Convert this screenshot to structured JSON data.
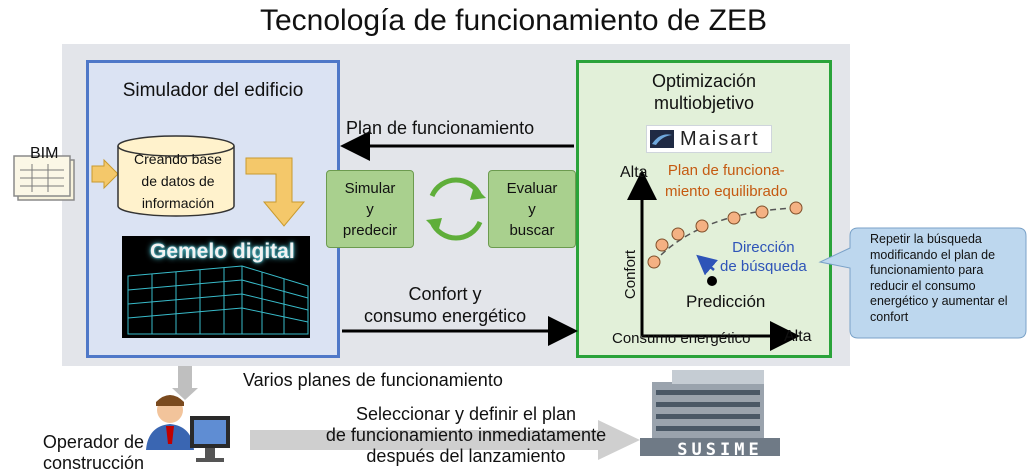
{
  "title": "Tecnología de funcionamiento de ZEB",
  "simulator": {
    "title": "Simulador del edificio",
    "bim_label": "BIM",
    "database_lines": [
      "Creando base",
      "de datos de",
      "información"
    ],
    "twin_label": "Gemelo digital"
  },
  "optimizer": {
    "title_lines": [
      "Optimización",
      "multiobjetivo"
    ],
    "logo_text": "Maisart",
    "chart": {
      "y_high_label": "Alta",
      "y_axis_label": "Confort",
      "x_axis_label": "Consumo energético",
      "x_high_label": "Alta",
      "plan_label_lines": [
        "Plan de funciona-",
        "miento equilibrado"
      ],
      "direction_lines": [
        "Dirección",
        "de búsqueda"
      ],
      "prediction_label": "Predicción"
    }
  },
  "center": {
    "plan_arrow_label": "Plan de funcionamiento",
    "simulate_box_lines": [
      "Simular",
      "y",
      "predecir"
    ],
    "evaluate_box_lines": [
      "Evaluar",
      "y",
      "buscar"
    ],
    "comfort_arrow_lines": [
      "Confort y",
      "consumo energético"
    ]
  },
  "callout": {
    "text": "Repetir la búsqueda modificando el plan de funcionamiento para reducir el consumo energético y aumentar el confort"
  },
  "bottom": {
    "plans_label": "Varios planes de funcionamiento",
    "select_lines": [
      "Seleccionar y definir el plan",
      "de funcionamiento inmediatamente",
      "después del lanzamiento"
    ],
    "operator_lines": [
      "Operador de",
      "construcción"
    ],
    "building_sign": "SUSIME"
  },
  "colors": {
    "simulator_border": "#4f78c8",
    "optimizer_border": "#2aa33a",
    "green_box": "#a9d08e",
    "arrow_yellow": "#f4c86a",
    "curve_dot": "#f4b183",
    "plan_text": "#c55a11",
    "direction_text": "#2e54b8",
    "callout_fill": "#bdd7ee"
  }
}
